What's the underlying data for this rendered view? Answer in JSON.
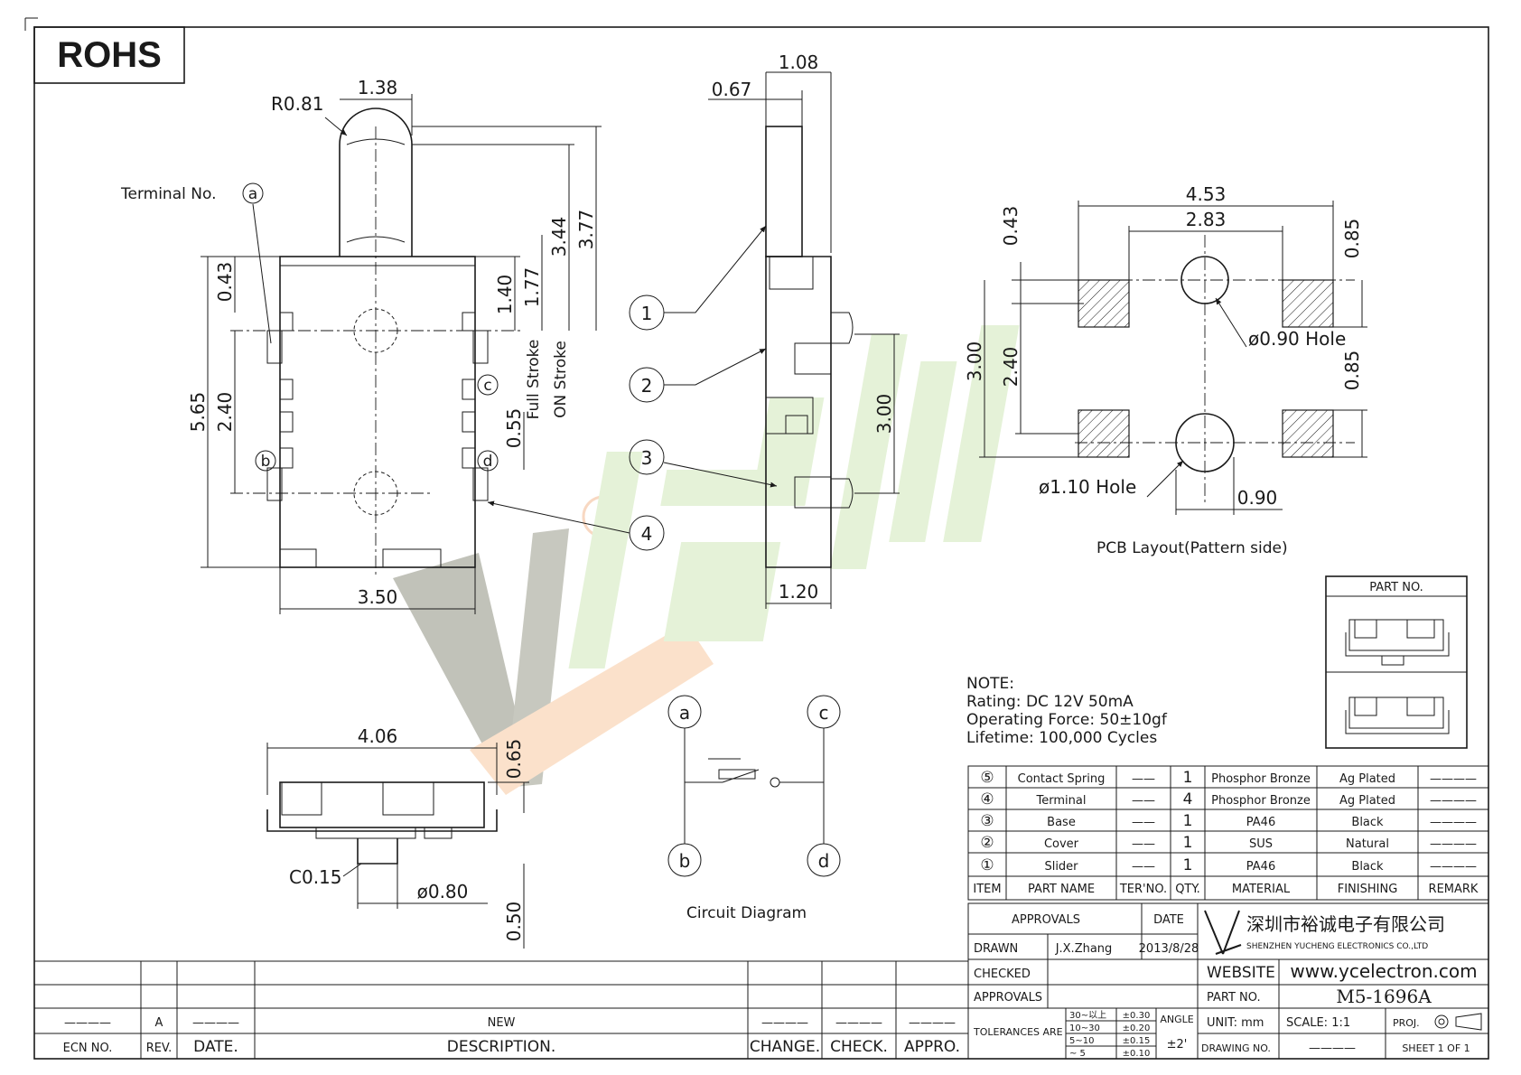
{
  "rohs_label": "ROHS",
  "views": {
    "front": {
      "dims": {
        "r081": "R0.81",
        "w138": "1.38",
        "terminal_no": "Terminal No.",
        "h043": "0.43",
        "h565": "5.65",
        "h240": "2.40",
        "h140": "1.40",
        "h177": "1.77",
        "h344": "3.44",
        "h377": "3.77",
        "h055": "0.55",
        "w350": "3.50",
        "full_stroke": "Full Stroke",
        "on_stroke": "ON Stroke"
      },
      "terminals": [
        "a",
        "b",
        "c",
        "d"
      ]
    },
    "side": {
      "dims": {
        "w108": "1.08",
        "w067": "0.67",
        "h300": "3.00",
        "w120": "1.20"
      },
      "callouts": [
        "1",
        "2",
        "3",
        "4"
      ]
    },
    "bottom": {
      "dims": {
        "w406": "4.06",
        "h065": "0.65",
        "c015": "C0.15",
        "d080": "ø0.80",
        "h050": "0.50"
      }
    },
    "pcb": {
      "dims": {
        "w453": "4.53",
        "w283": "2.83",
        "h043": "0.43",
        "h085a": "0.85",
        "h300": "3.00",
        "h240": "2.40",
        "h085b": "0.85",
        "hole090": "ø0.90  Hole",
        "hole110": "ø1.10  Hole",
        "w090": "0.90"
      },
      "caption": "PCB  Layout(Pattern  side)"
    },
    "circuit": {
      "caption": "Circuit  Diagram",
      "terminals": [
        "a",
        "b",
        "c",
        "d"
      ]
    }
  },
  "watermark": {
    "registered": "R"
  },
  "part_no_box": {
    "title": "PART  NO."
  },
  "note": {
    "title": "NOTE:",
    "rating": "Rating:  DC  12V  50mA",
    "force": "Operating  Force:  50±10gf",
    "lifetime": "Lifetime:    100,000  Cycles"
  },
  "bom": {
    "headers": [
      "ITEM",
      "PART  NAME",
      "TER'NO.",
      "QTY.",
      "MATERIAL",
      "FINISHING",
      "REMARK"
    ],
    "rows": [
      {
        "item": "⑤",
        "name": "Contact  Spring",
        "ter": "——",
        "qty": "1",
        "material": "Phosphor  Bronze",
        "finish": "Ag  Plated",
        "remark": "————"
      },
      {
        "item": "④",
        "name": "Terminal",
        "ter": "——",
        "qty": "4",
        "material": "Phosphor  Bronze",
        "finish": "Ag  Plated",
        "remark": "————"
      },
      {
        "item": "③",
        "name": "Base",
        "ter": "——",
        "qty": "1",
        "material": "PA46",
        "finish": "Black",
        "remark": "————"
      },
      {
        "item": "②",
        "name": "Cover",
        "ter": "——",
        "qty": "1",
        "material": "SUS",
        "finish": "Natural",
        "remark": "————"
      },
      {
        "item": "①",
        "name": "Slider",
        "ter": "——",
        "qty": "1",
        "material": "PA46",
        "finish": "Black",
        "remark": "————"
      }
    ]
  },
  "title_block": {
    "approvals_header": "APPROVALS",
    "date_header": "DATE",
    "drawn": "DRAWN",
    "drawn_by": "J.X.Zhang",
    "drawn_date": "2013/8/28",
    "checked": "CHECKED",
    "approvals": "APPROVALS",
    "company_cn": "深圳市裕诚电子有限公司",
    "company_en": "SHENZHEN  YUCHENG  ELECTRONICS  CO.,LTD",
    "website_label": "WEBSITE",
    "website": "www.ycelectron.com",
    "part_no_label": "PART  NO.",
    "part_no": "M5-1696A",
    "tolerances_label": "TOLERANCES  ARE",
    "tol": [
      {
        "range": "30~以上",
        "val": "±0.30"
      },
      {
        "range": "10~30",
        "val": "±0.20"
      },
      {
        "range": "5~10",
        "val": "±0.15"
      },
      {
        "range": "~ 5",
        "val": "±0.10"
      }
    ],
    "angle_label": "ANGLE",
    "angle_val": "±2'",
    "unit": "UNIT:  mm",
    "scale": "SCALE:    1:1",
    "proj": "PROJ.",
    "drawing_no": "DRAWING  NO.",
    "drawing_no_val": "————",
    "sheet": "SHEET   1  OF  1"
  },
  "revision_block": {
    "ecn_label": "ECN  NO.",
    "rev_label": "REV.",
    "date_label": "DATE.",
    "desc_label": "DESCRIPTION.",
    "change_label": "CHANGE.",
    "check_label": "CHECK.",
    "appro_label": "APPRO.",
    "ecn_val": "————",
    "rev_val": "A",
    "date_val": "————",
    "desc_val": "NEW",
    "change_val": "————",
    "check_val": "————",
    "appro_val": "————"
  }
}
